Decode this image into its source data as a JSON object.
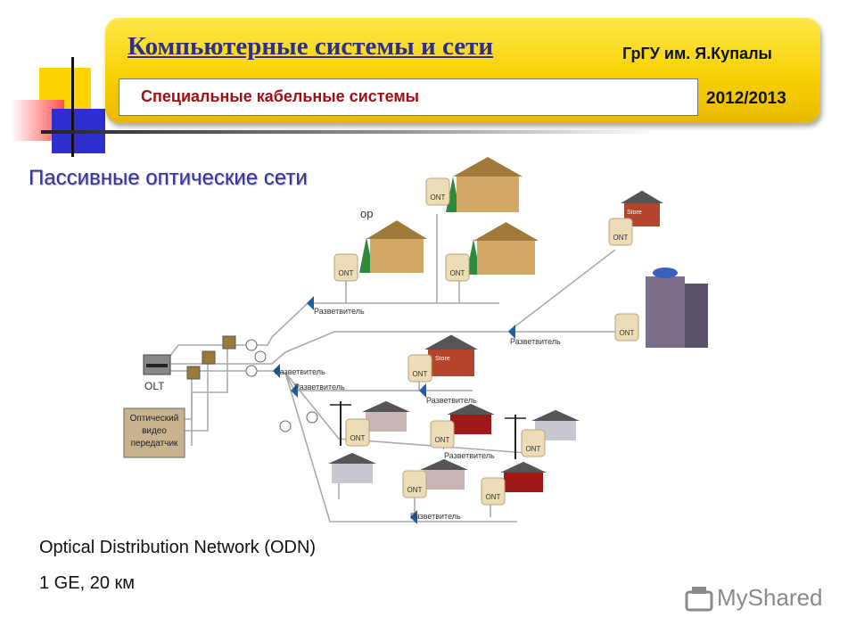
{
  "header": {
    "course": "Компьютерные системы и сети",
    "university": "ГрГУ им. Я.Купалы",
    "subtitle": "Специальные кабельные системы",
    "year": "2012/2013"
  },
  "slide": {
    "title": "Пассивные оптические сети",
    "lines": [
      "Optical Distribution Network (ODN)",
      "1 GE, 20 км"
    ]
  },
  "diagram": {
    "olt_label": "OLT",
    "video_label": [
      "Оптический",
      "видео",
      "передатчик"
    ],
    "ont_label": "ONT",
    "splitter_label": "Разветвитель",
    "store_label": "Store",
    "top_label": "ор"
  },
  "colors": {
    "banner": "#f7cf00",
    "course": "#2e2e8c",
    "subtitle": "#a01010",
    "title": "#3333a0",
    "splitter": "#1a5fa8"
  },
  "watermark": {
    "text": "MyShared"
  }
}
